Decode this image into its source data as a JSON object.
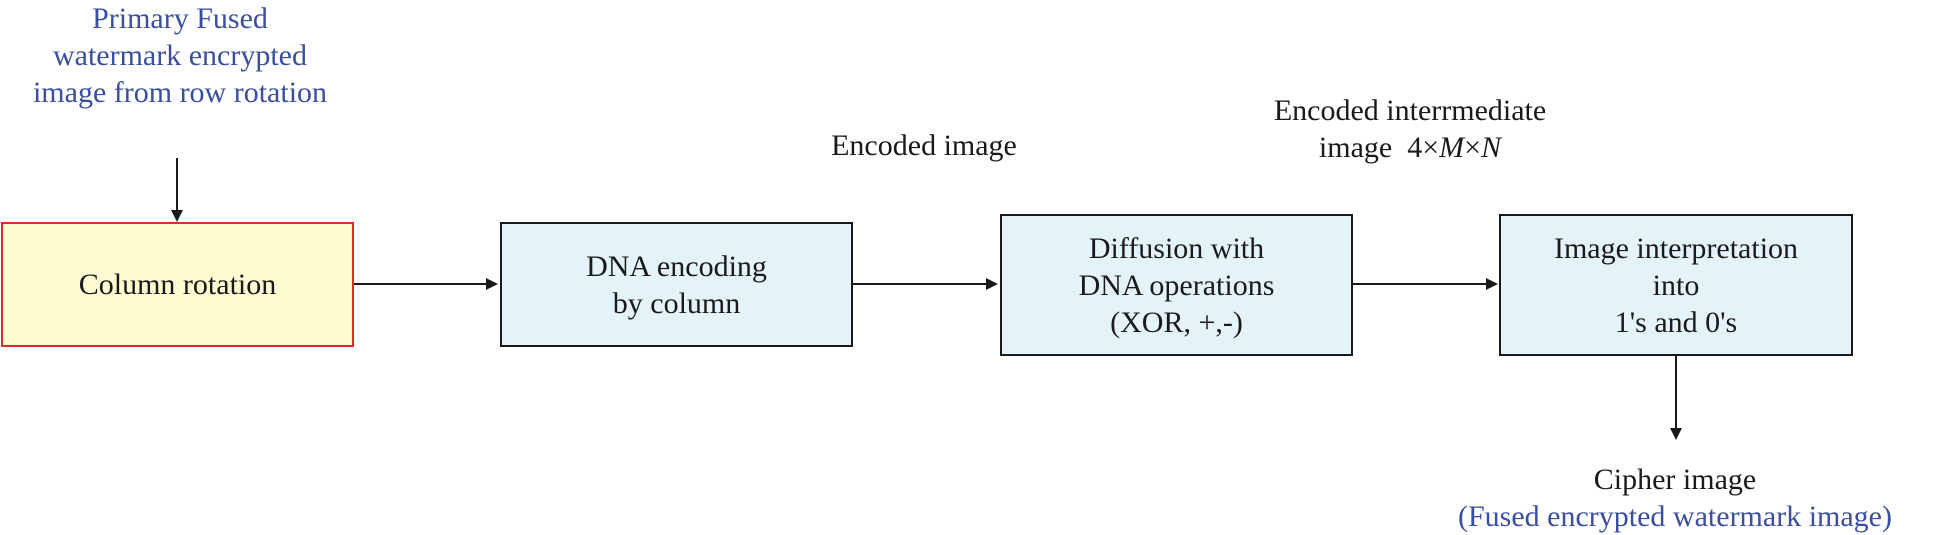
{
  "input_label": {
    "lines": [
      "Primary Fused",
      "watermark encrypted",
      "image from row rotation"
    ],
    "color": "#3b4fa0"
  },
  "boxes": {
    "column_rotation": {
      "lines": [
        "Column rotation"
      ],
      "fill": "#fdfbd0",
      "border": "#e02a2a"
    },
    "dna_encoding": {
      "lines": [
        "DNA encoding",
        "by column"
      ],
      "fill": "#e4f3fa",
      "border": "#1a1a1a"
    },
    "diffusion": {
      "lines": [
        "Diffusion with",
        "DNA operations",
        "(XOR, +,-)"
      ],
      "fill": "#e4f3fa",
      "border": "#1a1a1a"
    },
    "interpretation": {
      "lines": [
        "Image interpretation",
        "into",
        "1's and 0's"
      ],
      "fill": "#e4f3fa",
      "border": "#1a1a1a"
    }
  },
  "edge_labels": {
    "encoded_image": "Encoded image",
    "intermediate": {
      "line1": "Encoded interrmediate",
      "line2_prefix": "image  4×",
      "line2_m": "M",
      "line2_x": "×",
      "line2_n": "N"
    }
  },
  "output_label": {
    "title": "Cipher image",
    "subtitle": "(Fused encrypted watermark image)",
    "subtitle_color": "#3b4fa0"
  }
}
